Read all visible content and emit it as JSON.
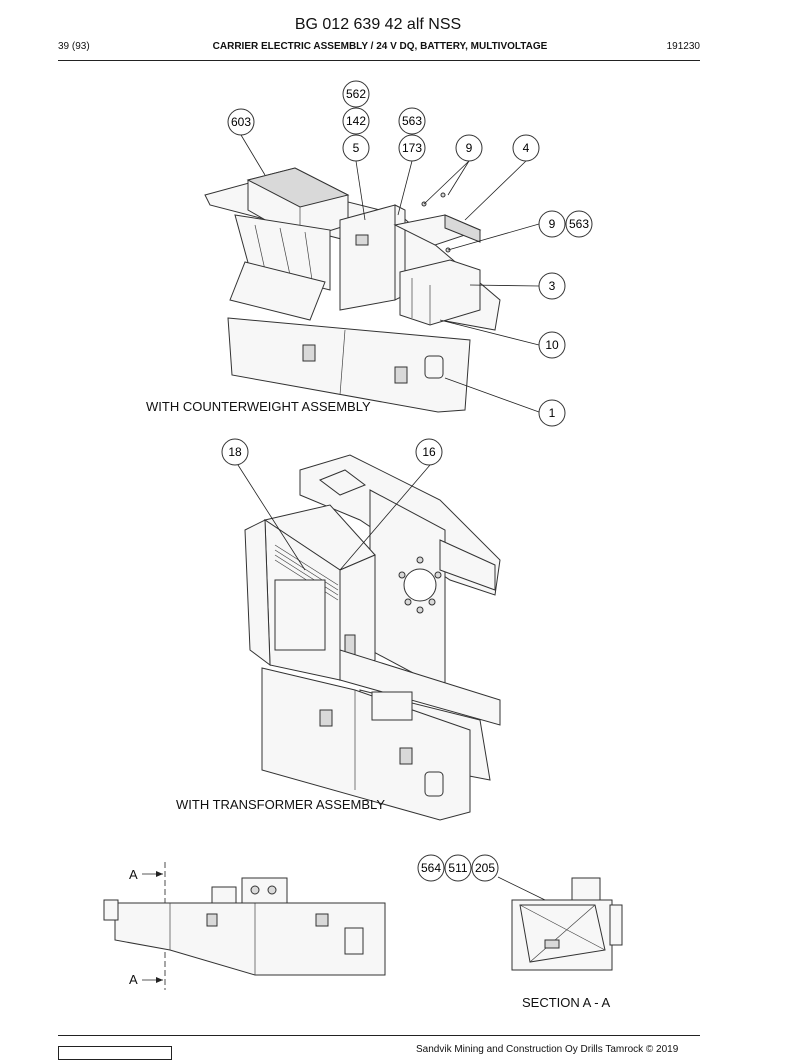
{
  "header": {
    "title": "BG 012 639 42 alf NSS",
    "page_number": "39 (93)",
    "section_title": "CARRIER ELECTRIC ASSEMBLY / 24 V DQ, BATTERY, MULTIVOLTAGE",
    "date_code": "191230"
  },
  "figures": {
    "counterweight_caption": "WITH COUNTERWEIGHT ASSEMBLY",
    "transformer_caption": "WITH TRANSFORMER ASSEMBLY",
    "section_caption": "SECTION A - A",
    "section_marker_top": "A",
    "section_marker_bottom": "A"
  },
  "callouts": {
    "c562": "562",
    "c603": "603",
    "c142": "142",
    "c563a": "563",
    "c5": "5",
    "c173": "173",
    "c9a": "9",
    "c4": "4",
    "c9b": "9",
    "c563b": "563",
    "c3": "3",
    "c10": "10",
    "c1": "1",
    "c18": "18",
    "c16": "16",
    "c564": "564",
    "c511": "511",
    "c205": "205"
  },
  "footer": {
    "copyright": "Sandvik Mining and Construction Oy Drills Tamrock © 2019"
  }
}
